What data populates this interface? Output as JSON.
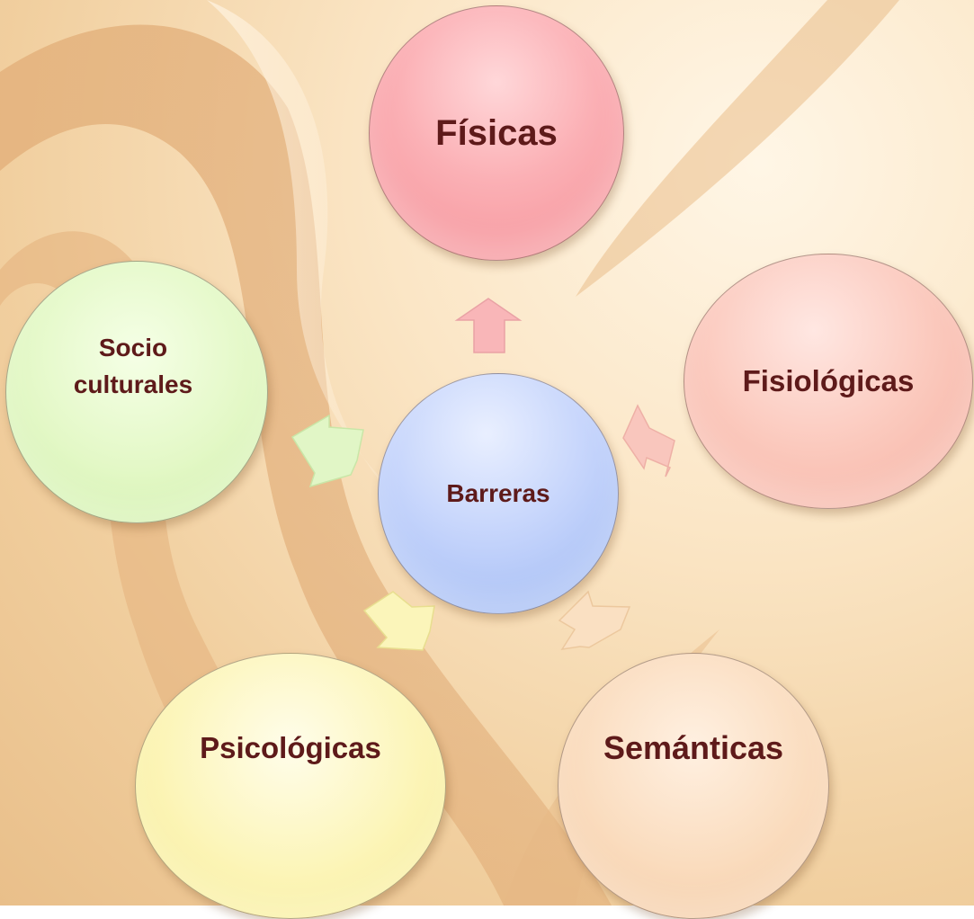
{
  "diagram": {
    "center": {
      "label": "Barreras",
      "color": "#b3c7f7"
    },
    "nodes": {
      "fisicas": {
        "label": "Físicas",
        "color": "#f8a3a9"
      },
      "fisiologicas": {
        "label": "Fisiológicas",
        "color": "#f9bdb0"
      },
      "semanticas": {
        "label": "Semánticas",
        "color": "#f8d5b1"
      },
      "psicologicas": {
        "label": "Psicológicas",
        "color": "#faf1a6"
      },
      "socio": {
        "label_line1": "Socio",
        "label_line2": "culturales",
        "color": "#daf4b9"
      }
    },
    "text_color": "#5e1a1a",
    "background_color": "#f6dcb4"
  }
}
